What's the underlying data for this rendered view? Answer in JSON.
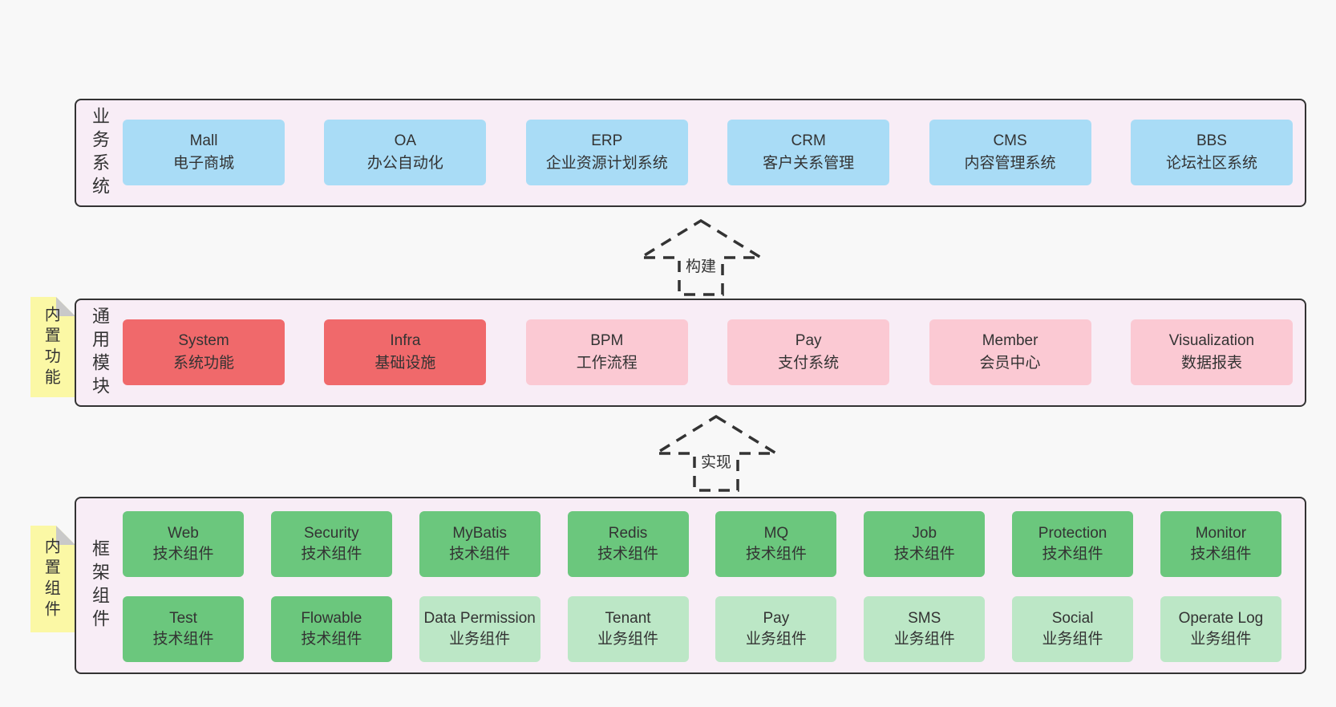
{
  "colors": {
    "page_background": "#f8f8f8",
    "container_fill": "#f8edf6",
    "container_border": "#333333",
    "business_box_blue": "#a9dcf6",
    "core_box_red": "#f0696b",
    "module_box_pink": "#fbc9d3",
    "tech_box_green": "#6bc77d",
    "biz_box_lightgreen": "#bce7c6",
    "note_yellow": "#fbf8a5",
    "note_fold_gray": "#c9c9c9",
    "text": "#333333"
  },
  "layers": [
    {
      "label": "业务系统",
      "boxes": [
        {
          "title": "Mall",
          "subtitle": "电子商城"
        },
        {
          "title": "OA",
          "subtitle": "办公自动化"
        },
        {
          "title": "ERP",
          "subtitle": "企业资源计划系统"
        },
        {
          "title": "CRM",
          "subtitle": "客户关系管理"
        },
        {
          "title": "CMS",
          "subtitle": "内容管理系统"
        },
        {
          "title": "BBS",
          "subtitle": "论坛社区系统"
        }
      ]
    },
    {
      "label": "通用模块",
      "note": "内置功能",
      "boxes": [
        {
          "title": "System",
          "subtitle": "系统功能"
        },
        {
          "title": "Infra",
          "subtitle": "基础设施"
        },
        {
          "title": "BPM",
          "subtitle": "工作流程"
        },
        {
          "title": "Pay",
          "subtitle": "支付系统"
        },
        {
          "title": "Member",
          "subtitle": "会员中心"
        },
        {
          "title": "Visualization",
          "subtitle": "数据报表"
        }
      ]
    },
    {
      "label": "框架组件",
      "note": "内置组件",
      "rows": [
        [
          {
            "title": "Web",
            "subtitle": "技术组件"
          },
          {
            "title": "Security",
            "subtitle": "技术组件"
          },
          {
            "title": "MyBatis",
            "subtitle": "技术组件"
          },
          {
            "title": "Redis",
            "subtitle": "技术组件"
          },
          {
            "title": "MQ",
            "subtitle": "技术组件"
          },
          {
            "title": "Job",
            "subtitle": "技术组件"
          },
          {
            "title": "Protection",
            "subtitle": "技术组件"
          },
          {
            "title": "Monitor",
            "subtitle": "技术组件"
          }
        ],
        [
          {
            "title": "Test",
            "subtitle": "技术组件"
          },
          {
            "title": "Flowable",
            "subtitle": "技术组件"
          },
          {
            "title": "Data Permission",
            "subtitle": "业务组件"
          },
          {
            "title": "Tenant",
            "subtitle": "业务组件"
          },
          {
            "title": "Pay",
            "subtitle": "业务组件"
          },
          {
            "title": "SMS",
            "subtitle": "业务组件"
          },
          {
            "title": "Social",
            "subtitle": "业务组件"
          },
          {
            "title": "Operate Log",
            "subtitle": "业务组件"
          }
        ]
      ]
    }
  ],
  "arrows": [
    {
      "label": "构建"
    },
    {
      "label": "实现"
    }
  ]
}
